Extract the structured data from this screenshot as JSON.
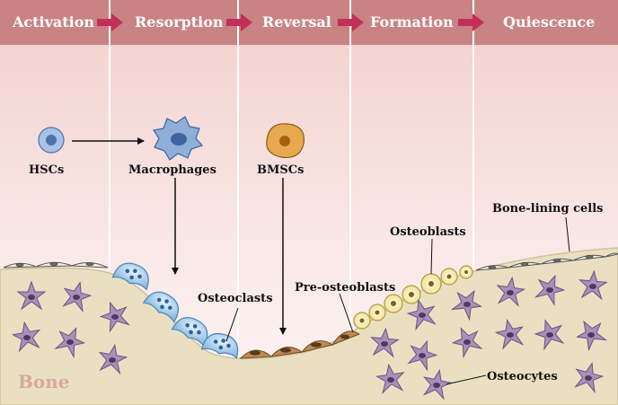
{
  "stages": [
    {
      "label": "Activation"
    },
    {
      "label": "Resorption"
    },
    {
      "label": "Reversal"
    },
    {
      "label": "Formation"
    },
    {
      "label": "Quiescence"
    }
  ],
  "labels": {
    "hscs": "HSCs",
    "macrophages": "Macrophages",
    "bmscs": "BMSCs",
    "osteoclasts": "Osteoclasts",
    "pre_osteoblasts": "Pre-osteoblasts",
    "osteoblasts": "Osteoblasts",
    "bone_lining_cells": "Bone-lining cells",
    "osteocytes": "Osteocytes",
    "bone": "Bone"
  },
  "colors": {
    "header": "#c98383",
    "arrow": "#c2305a",
    "bone_fill": "#eae0c1",
    "bone_label": "#d7a8a0",
    "osteocyte": "#9a88a8",
    "osteoclast": "#6fa3d0",
    "macrophage": "#7fa0cf",
    "hsc": "#8aa8d4",
    "bmsc": "#d4953c",
    "pre_osteoblast": "#b8814a",
    "osteoblast": "#f2e6a4"
  }
}
